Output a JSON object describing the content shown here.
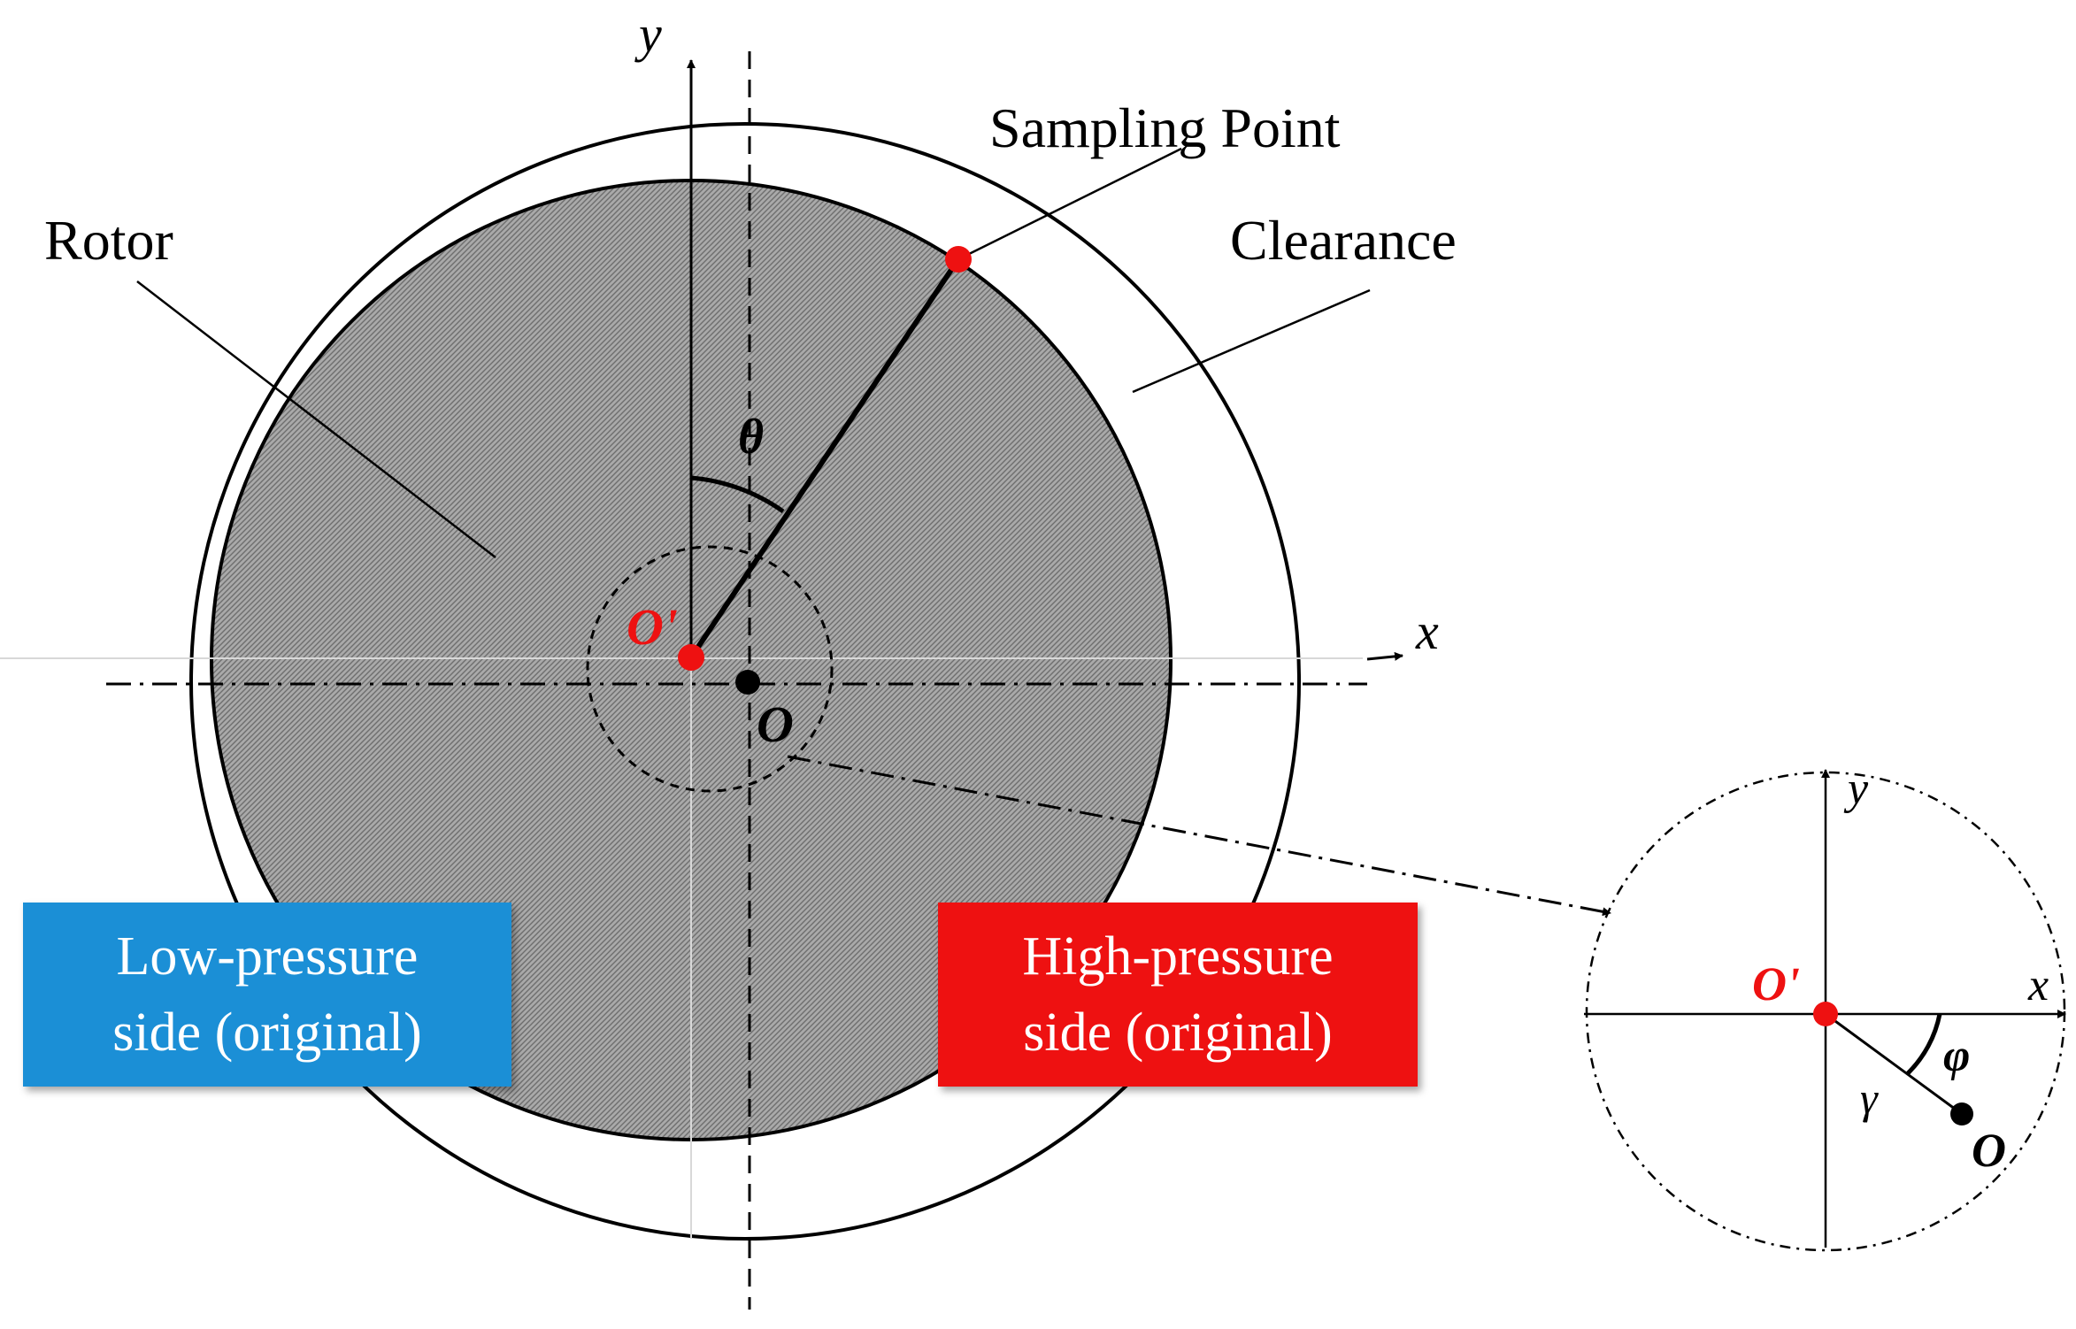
{
  "labels": {
    "y_main": "y",
    "x_main": "x",
    "sampling_point": "Sampling Point",
    "rotor": "Rotor",
    "clearance": "Clearance",
    "theta": "θ",
    "o_prime": "O'",
    "o": "O",
    "inset_y": "y",
    "inset_x": "x",
    "inset_o_prime": "O'",
    "inset_o": "O",
    "phi": "φ",
    "gamma": "γ"
  },
  "boxes": {
    "low_pressure_line1": "Low-pressure",
    "low_pressure_line2": "side (original)",
    "high_pressure_line1": "High-pressure",
    "high_pressure_line2": "side (original)"
  },
  "colors": {
    "low_pressure_fill": "#1b8fd6",
    "high_pressure_fill": "#ee1111",
    "marker_red": "#ee1111",
    "marker_black": "#000000",
    "rotor_fill": "#9c9c9c"
  }
}
